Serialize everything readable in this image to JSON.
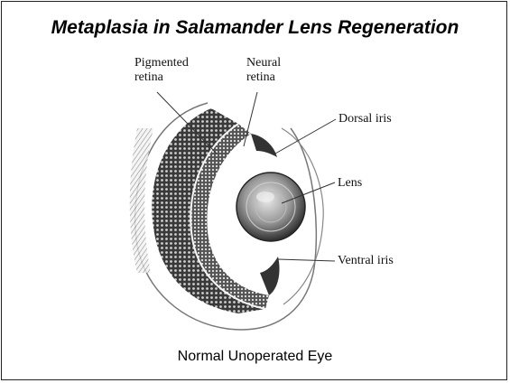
{
  "slide": {
    "title": "Metaplasia in Salamander Lens Regeneration",
    "caption": "Normal Unoperated Eye"
  },
  "labels": {
    "pigmented_retina_line1": "Pigmented",
    "pigmented_retina_line2": "retina",
    "neural_retina_line1": "Neural",
    "neural_retina_line2": "retina",
    "dorsal_iris": "Dorsal iris",
    "lens": "Lens",
    "ventral_iris": "Ventral iris"
  }
}
